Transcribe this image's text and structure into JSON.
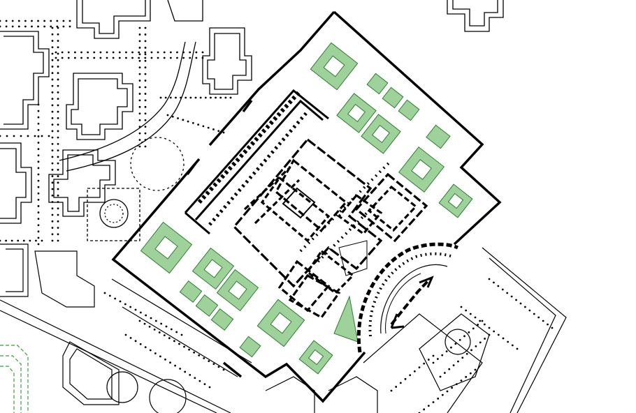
{
  "map": {
    "kind": "architectural site plan",
    "labels": [],
    "colors": {
      "background": "#ffffff",
      "wall": "#000000",
      "garden_fill": "#9fd29a",
      "garden_stroke": "#2e7d32",
      "column": "#000000",
      "outline_green": "#33a033"
    },
    "symbols": [
      "thick-enclosure-wall",
      "colonnade-dots",
      "garden-beds",
      "semicircular-exedra",
      "inner-palace-block",
      "surrounding-street-grid"
    ]
  }
}
